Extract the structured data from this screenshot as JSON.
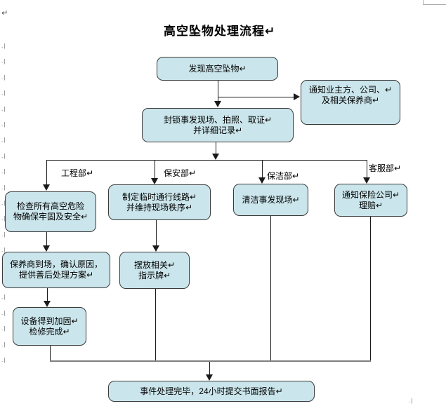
{
  "title": "高空坠物处理流程↵",
  "nodes": {
    "discover": "发现高空坠物↵",
    "notify_owner": "通知业主方、公司、↵\n及相关保养商↵",
    "seal_scene": "封锁事发现场、拍照、取证↵\n并详细记录↵",
    "inspect_hazards": "检查所有高空危险\n物确保牢固及安全↵",
    "temp_route": "制定临时通行线路↵\n并维持现场秩序↵",
    "clean_scene": "清洁事发现场↵",
    "notify_insurance": "通知保险公司↵\n理赔↵",
    "vendor_onsite": "保养商到场，确认原因，\n提供善后处理方案↵",
    "place_signs": "摆放相关↵\n指示牌↵",
    "equipment_fixed": "设备得到加固↵\n检修完成↵",
    "final_report": "事件处理完毕，24小时提交书面报告↵"
  },
  "department_labels": {
    "engineering": "工程部↵",
    "security": "保安部↵",
    "cleaning": "保洁部↵",
    "customer_service": "客服部↵"
  },
  "page_marks": {
    "top_left_paragraph_mark": "↵",
    "left_margin_glyph": ".|",
    "left_margin_count": 21,
    "bottom_right_glyph": ".|"
  },
  "colors": {
    "node_fill": "#cae5eb",
    "node_border": "#3a3a3a",
    "connector": "#1a1a1a",
    "collector": "#7f7f7f",
    "mark_gray": "#666666"
  }
}
